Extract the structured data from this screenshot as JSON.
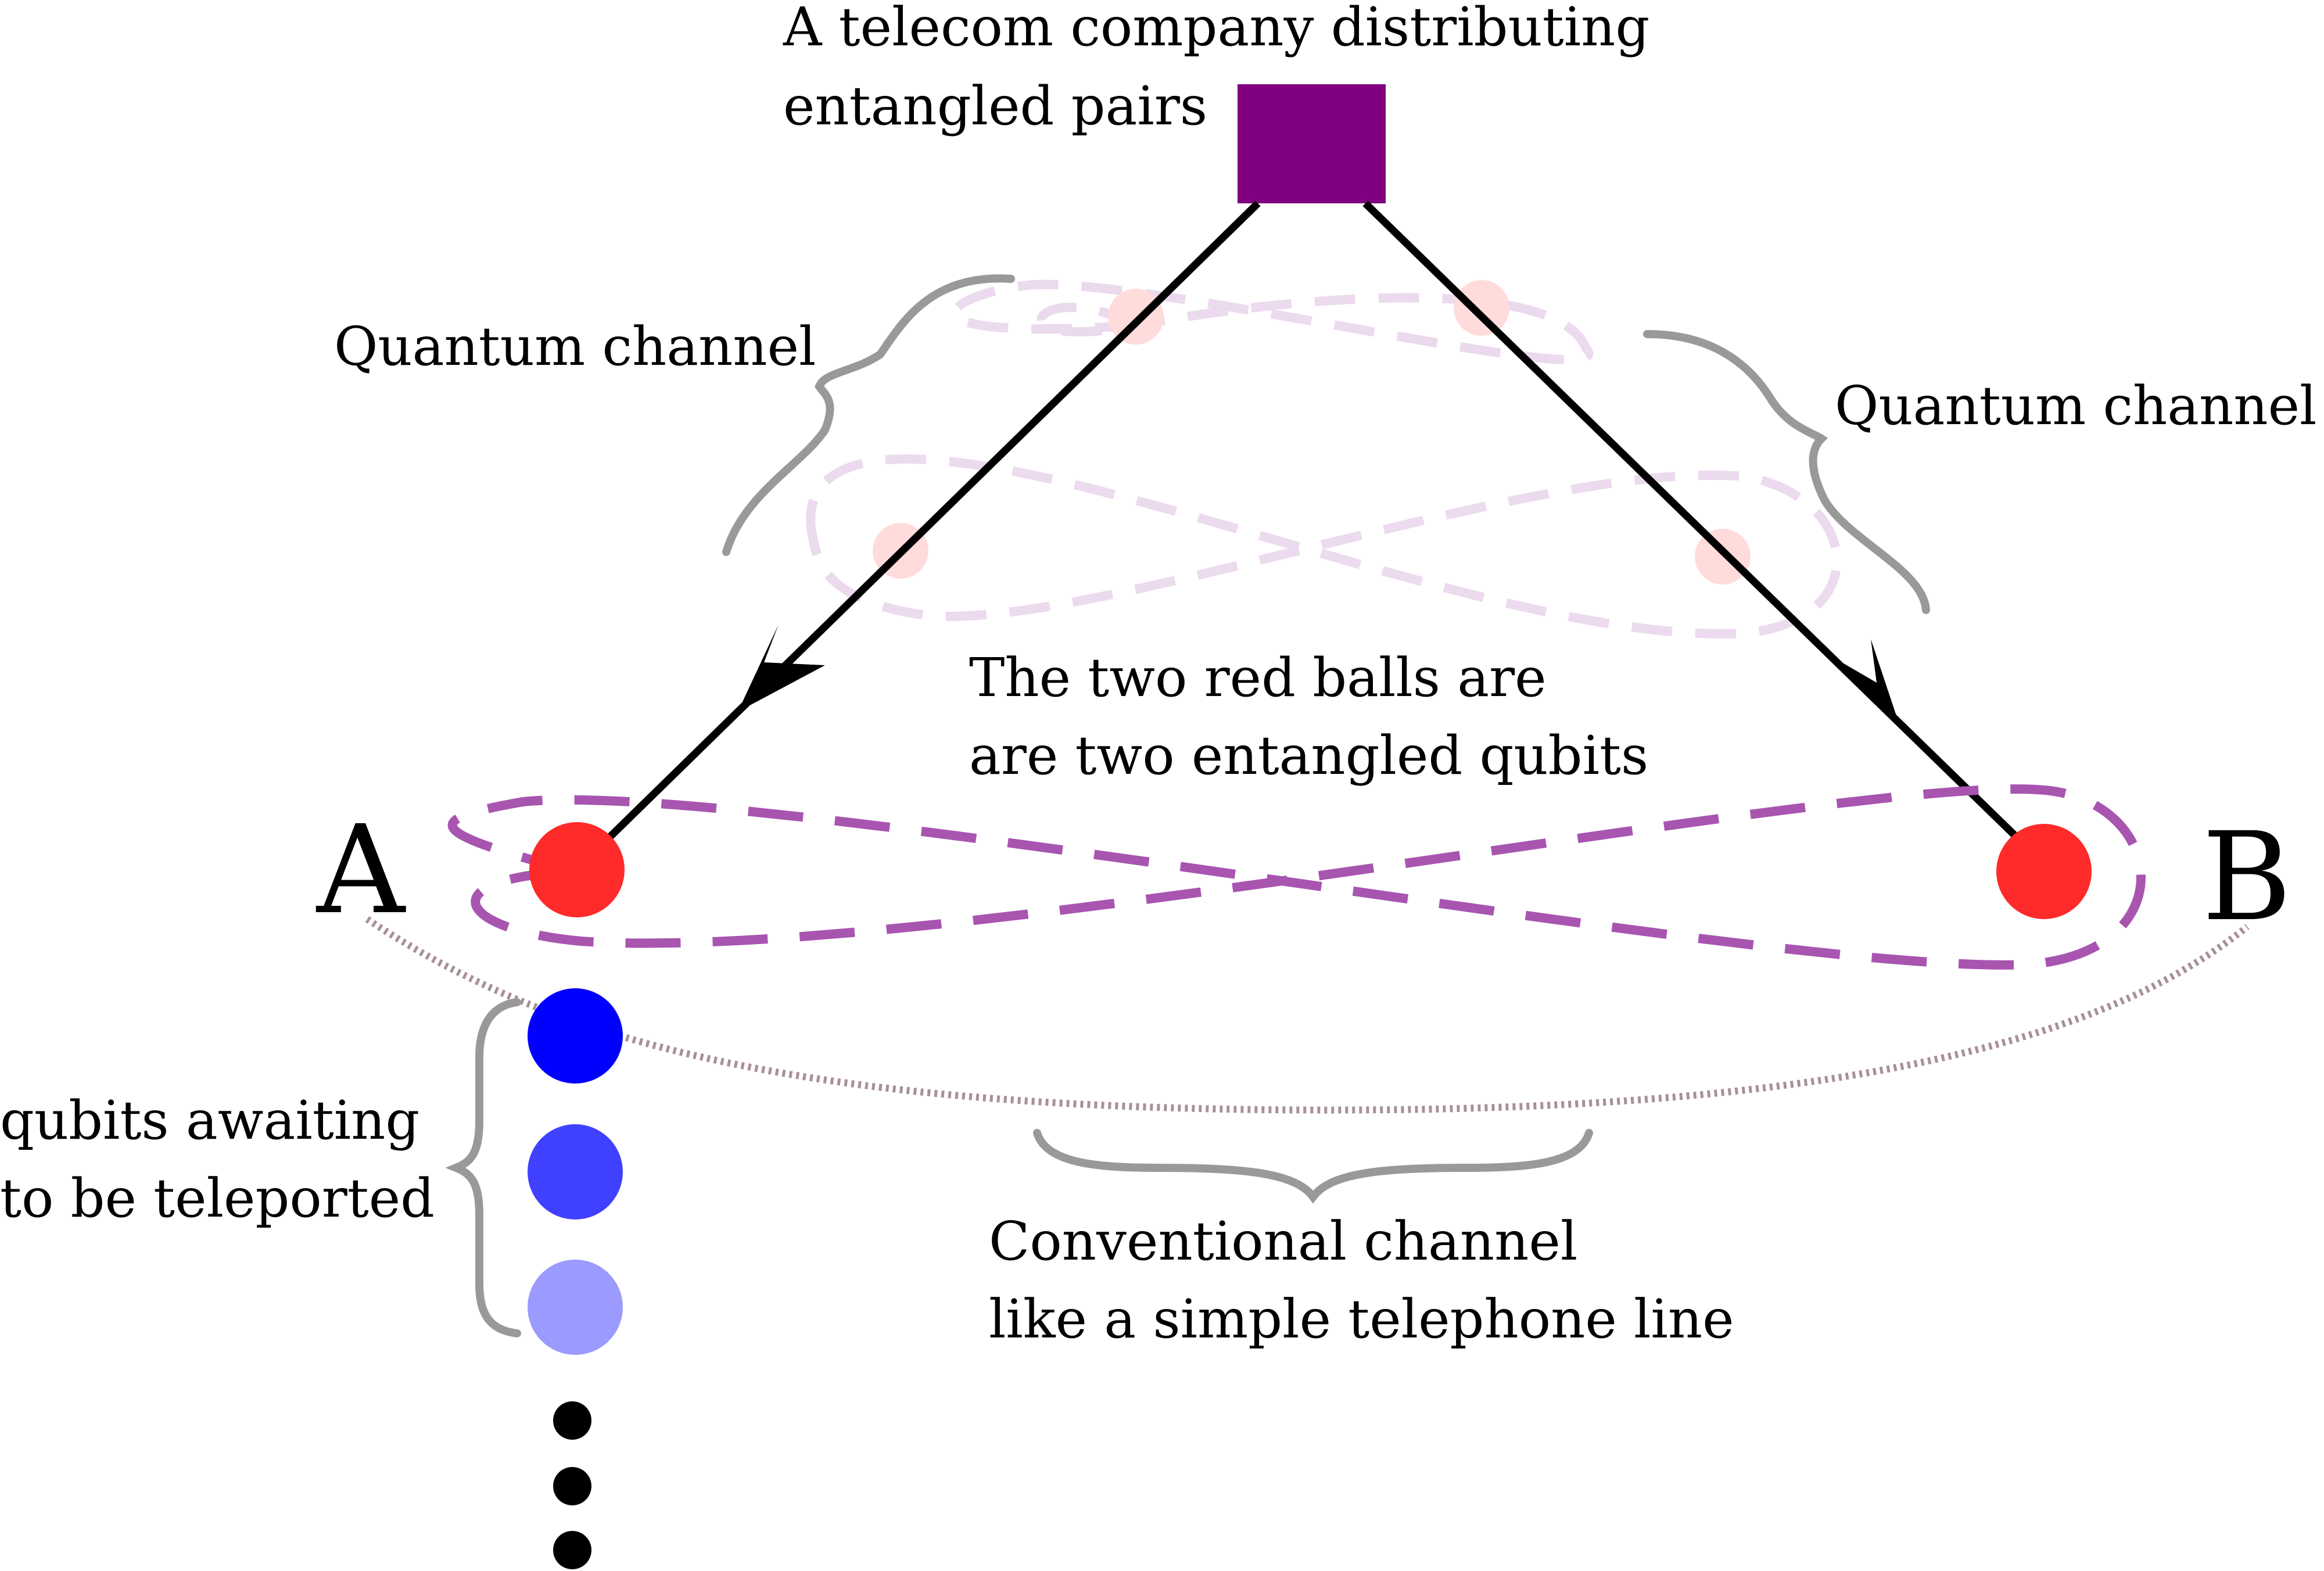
{
  "source": {
    "label_line1": "A telecom company distributing",
    "label_line2": "entangled pairs",
    "color": "#800080"
  },
  "nodes": {
    "a_label": "A",
    "b_label": "B"
  },
  "quantum_channels": {
    "left_label": "Quantum channel",
    "right_label": "Quantum channel"
  },
  "entanglement_note": {
    "line1": "The two red balls are",
    "line2": "are two entangled qubits"
  },
  "waiting_qubits": {
    "line1": "qubits awaiting",
    "line2": "to be teleported",
    "colors": [
      "#0000ff",
      "#4040ff",
      "#9a9aff"
    ]
  },
  "conventional_channel": {
    "line1": "Conventional channel",
    "line2": "like a simple telephone line"
  },
  "colors": {
    "entangled_qubit": "#ff2a2a",
    "entanglement_loop": "#a855b0",
    "brace": "#999999",
    "classical_line": "#a89098",
    "arrow": "#000000"
  }
}
